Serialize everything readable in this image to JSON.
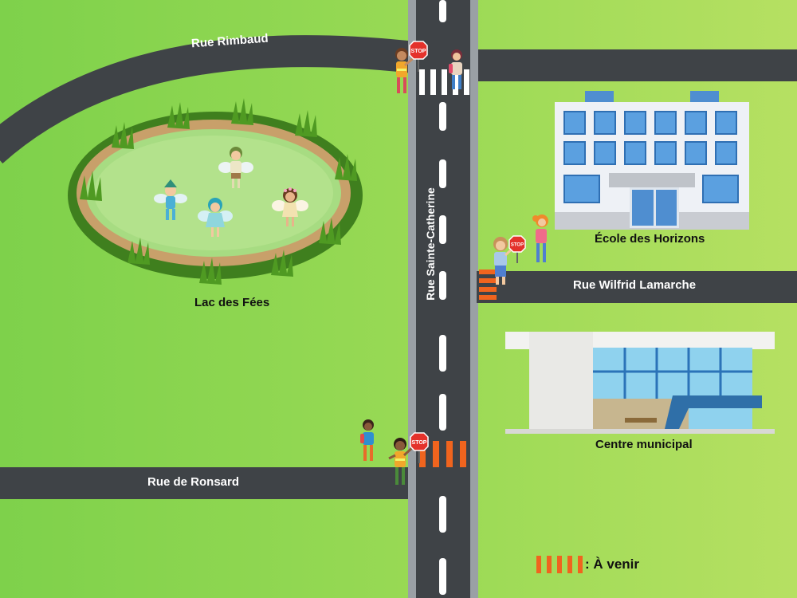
{
  "streets": {
    "rimbaud": "Rue Rimbaud",
    "sainte_catherine": "Rue Sainte-Catherine",
    "wilfrid": "Rue Wilfrid Lamarche",
    "ronsard": "Rue de Ronsard"
  },
  "places": {
    "lac": "Lac des Fées",
    "ecole": "École des Horizons",
    "centre": "Centre municipal"
  },
  "signs": {
    "stop": "STOP"
  },
  "legend": {
    "text": ": À venir"
  },
  "colors": {
    "grass": "#8fd651",
    "road": "#3f4347",
    "sidewalk": "#9aa0a5",
    "future_crossing": "#f0641e",
    "stop_sign": "#e4322b"
  }
}
